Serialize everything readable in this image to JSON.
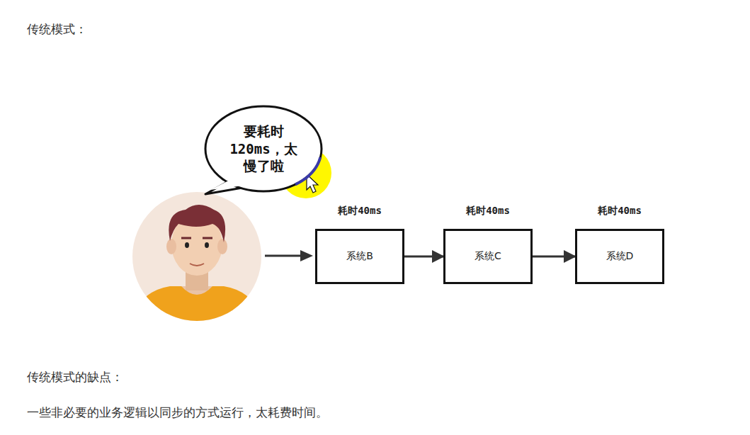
{
  "diagram": {
    "title": "传统模式：",
    "nodes": [
      {
        "text": [
          "要耗时 120ms，太 慢了啦"
        ]
      },
      {
        "text": [
          "耗时40ms",
          "系统B"
        ]
      },
      {
        "text": [
          "耗时40ms",
          "系统C"
        ]
      },
      {
        "text": [
          "耗时40ms",
          "系统D"
        ]
      }
    ],
    "edges": [
      {
        "from": 1,
        "to": 2,
        "arrow": "to"
      },
      {
        "from": 2,
        "to": 3,
        "arrow": "to"
      }
    ],
    "labels": [
      "传统模式的缺点：",
      "一些非必要的业务逻辑以同步的方式运行，太耗费时间。"
    ]
  }
}
